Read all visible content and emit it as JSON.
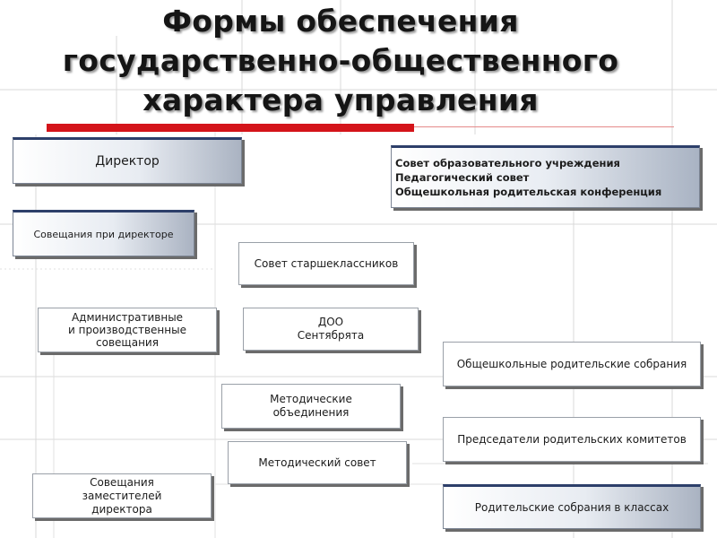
{
  "title": {
    "line1": "Формы обеспечения",
    "line2": "государственно-общественного",
    "line3": "характера управления"
  },
  "boxes": {
    "director": "Директор",
    "council": "Совет образовательного учреждения\nПедагогический совет\nОбщешкольная родительская конференция",
    "director_meetings": "Совещания при директоре",
    "senior_council": "Совет старшеклассников",
    "admin_meetings": "Административные\nи производственные\nсовещания",
    "doo": "ДОО\nСентябрята",
    "school_parent_meetings": "Общешкольные родительские собрания",
    "method_associations": "Методические\nобъединения",
    "parent_committee_chairs": "Председатели родительских комитетов",
    "method_council": "Методический совет",
    "deputy_meetings": "Совещания\nзаместителей\nдиректора",
    "class_parent_meetings": "Родительские собрания в классах"
  },
  "colors": {
    "accent_bar": "#d4141a",
    "box_top_border": "#2d3f6a",
    "grid_lines": "#d9d9d9"
  }
}
